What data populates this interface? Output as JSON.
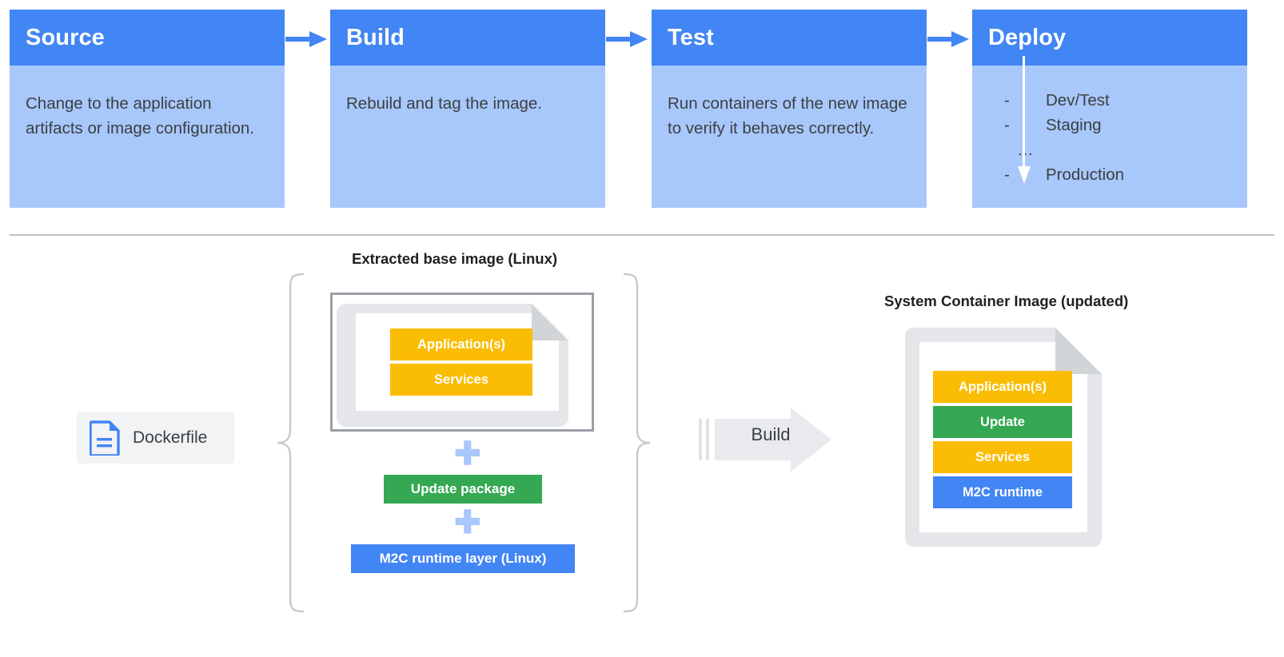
{
  "colors": {
    "header_blue": "#4285F4",
    "body_blue": "#A8C7FA",
    "orange": "#FBBC04",
    "green": "#34A853",
    "blue": "#4285F4",
    "gray_border": "#9AA0A6",
    "light_gray": "#E8EAED",
    "chip_gray": "#F1F3F4",
    "text_dark": "#3C4043"
  },
  "pipeline": {
    "stages": [
      {
        "id": "source",
        "title": "Source",
        "body": "Change to the application artifacts or image configuration."
      },
      {
        "id": "build",
        "title": "Build",
        "body": "Rebuild and tag the image."
      },
      {
        "id": "test",
        "title": "Test",
        "body": "Run containers of the new image to verify it behaves correctly."
      },
      {
        "id": "deploy",
        "title": "Deploy",
        "items": [
          {
            "marker": "-",
            "label": "Dev/Test"
          },
          {
            "marker": "-",
            "label": "Staging"
          },
          {
            "marker": "",
            "label": "…",
            "is_ellipsis": true
          },
          {
            "marker": "-",
            "label": "Production"
          }
        ]
      }
    ],
    "arrow_icon": "arrow-right-icon",
    "deploy_arrow_icon": "arrow-down-icon"
  },
  "lower": {
    "left_caption": "Extracted base image (Linux)",
    "right_caption": "System Container Image (updated)",
    "dockerfile": {
      "label": "Dockerfile",
      "icon": "file-document-icon"
    },
    "base_image_layers": [
      {
        "label": "Application(s)",
        "color": "orange"
      },
      {
        "label": "Services",
        "color": "orange"
      }
    ],
    "plus_symbol": "✚",
    "added_layers": [
      {
        "label": "Update package",
        "color": "green"
      },
      {
        "label": "M2C runtime layer (Linux)",
        "color": "blue"
      }
    ],
    "build_arrow": {
      "label": "Build",
      "icon": "arrow-right-block-icon"
    },
    "result_layers": [
      {
        "label": "Application(s)",
        "color": "orange"
      },
      {
        "label": "Update",
        "color": "green"
      },
      {
        "label": "Services",
        "color": "orange"
      },
      {
        "label": "M2C runtime",
        "color": "blue"
      }
    ],
    "brace_left_icon": "curly-brace-left-icon",
    "brace_right_icon": "curly-brace-right-icon"
  }
}
